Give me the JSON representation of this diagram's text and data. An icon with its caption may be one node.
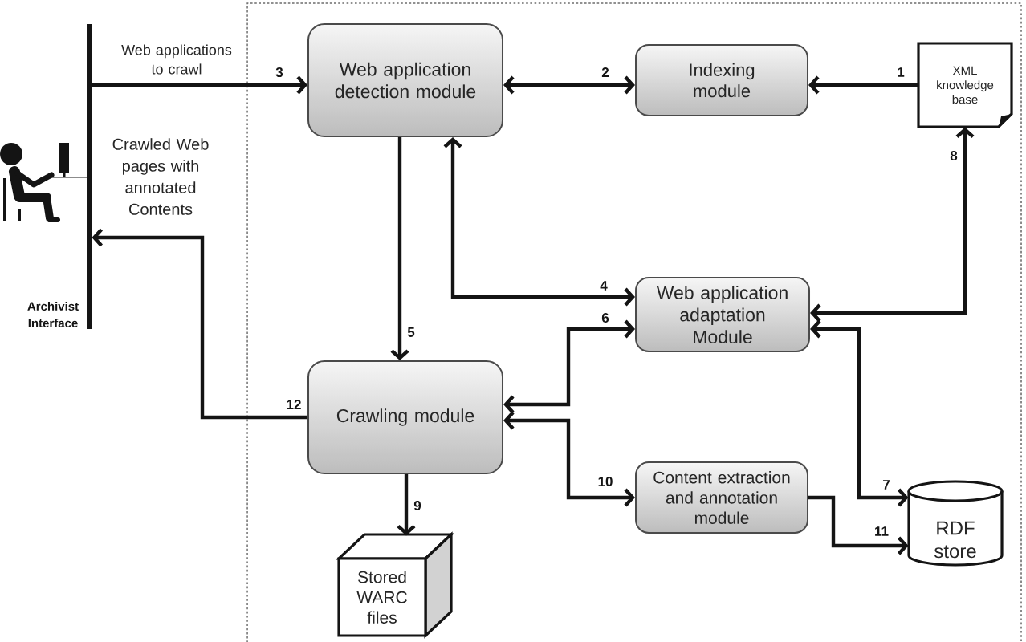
{
  "diagram": {
    "nodes": [
      {
        "text": [
          "Archivist Interface"
        ]
      },
      {
        "text": [
          "Web application detection module"
        ]
      },
      {
        "text": [
          "Indexing module"
        ]
      },
      {
        "text": [
          "XML knowledge base"
        ]
      },
      {
        "text": [
          "Web application adaptation Module"
        ]
      },
      {
        "text": [
          "Crawling module"
        ]
      },
      {
        "text": [
          "Content extraction and annotation module"
        ]
      },
      {
        "text": [
          "RDF store"
        ]
      },
      {
        "text": [
          "Stored WARC files"
        ]
      }
    ],
    "edges": [
      {
        "from": 3,
        "to": 2,
        "arrow": "to",
        "label": "1"
      },
      {
        "from": 1,
        "to": 2,
        "arrow": "both",
        "label": "2"
      },
      {
        "from": 0,
        "to": 1,
        "arrow": "to",
        "label": "3"
      },
      {
        "from": 1,
        "to": 4,
        "arrow": "both",
        "label": "4"
      },
      {
        "from": 1,
        "to": 5,
        "arrow": "to",
        "label": "5"
      },
      {
        "from": 5,
        "to": 4,
        "arrow": "both",
        "label": "6"
      },
      {
        "from": 4,
        "to": 7,
        "arrow": "both",
        "label": "7"
      },
      {
        "from": 4,
        "to": 3,
        "arrow": "both",
        "label": "8"
      },
      {
        "from": 5,
        "to": 8,
        "arrow": "to",
        "label": "9"
      },
      {
        "from": 5,
        "to": 6,
        "arrow": "both",
        "label": "10"
      },
      {
        "from": 6,
        "to": 7,
        "arrow": "to",
        "label": "11"
      },
      {
        "from": 5,
        "to": 0,
        "arrow": "to",
        "label": "12"
      }
    ],
    "labels": [
      "Web applications to crawl",
      "Crawled Web pages with annotated Contents"
    ]
  }
}
